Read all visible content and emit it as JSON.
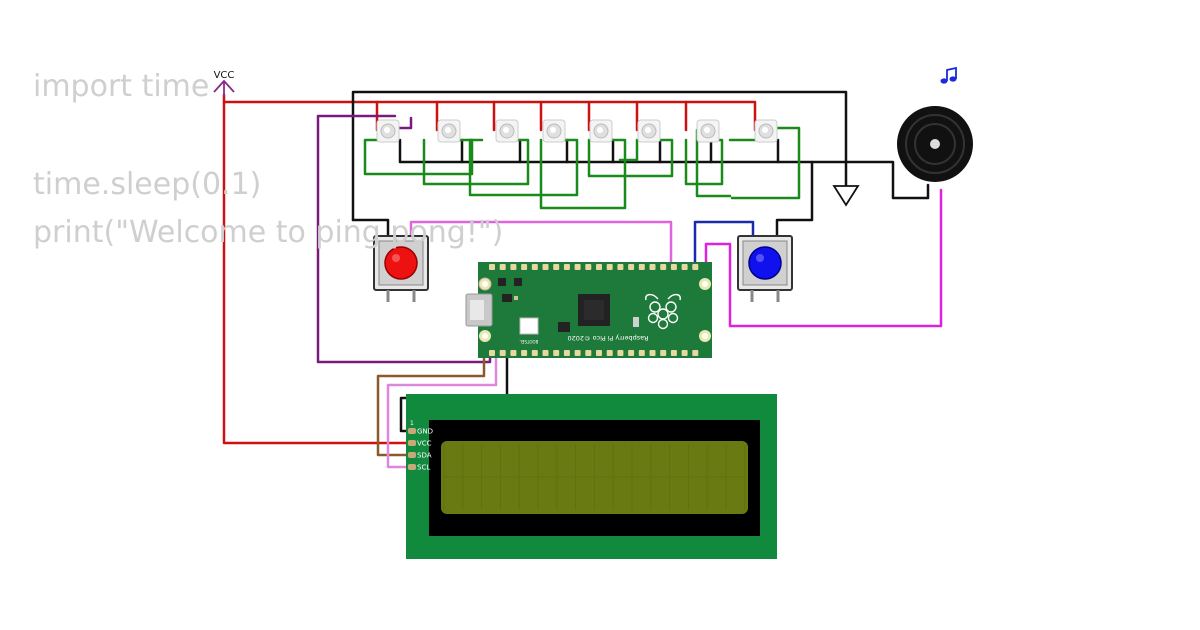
{
  "code": {
    "line1": "import time",
    "line2": "time.sleep(0.1)",
    "line3": "print(\"Welcome to ping pong!\")"
  },
  "labels": {
    "vcc_symbol": "VCC",
    "lcd_pin_1": "1",
    "lcd_pins": [
      "GND",
      "VCC",
      "SDA",
      "SCL"
    ],
    "pico_brand": "Raspberry Pi Pico ©2020",
    "pico_bootsel": "BOOTSEL"
  },
  "components": {
    "led_count": 8,
    "buttons": [
      "red",
      "blue"
    ],
    "buzzer_note_icon": "music-note-icon"
  },
  "colors": {
    "wire_red": "#cc1111",
    "wire_black": "#111111",
    "wire_green": "#1a8a1a",
    "wire_purple": "#7a1a7a",
    "wire_pink": "#dd66dd",
    "wire_magenta": "#dd22dd",
    "wire_brown": "#8a5a2a",
    "wire_blue": "#1a2aaa",
    "board_green": "#1e7a3a",
    "lcd_green": "#128a3e",
    "lcd_screen": "#6a7a12",
    "button_red": "#ee1111",
    "button_blue": "#1111ee",
    "note_blue": "#1a2add"
  }
}
